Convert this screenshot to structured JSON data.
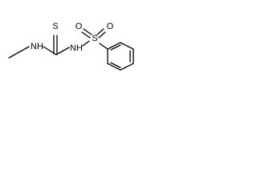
{
  "molecule": {
    "atoms": {
      "thione_s": "S",
      "left_nh": "NH",
      "right_nh": "NH",
      "sulfonyl_s": "S",
      "oxygen_top_left": "O",
      "oxygen_top_right": "O"
    }
  }
}
